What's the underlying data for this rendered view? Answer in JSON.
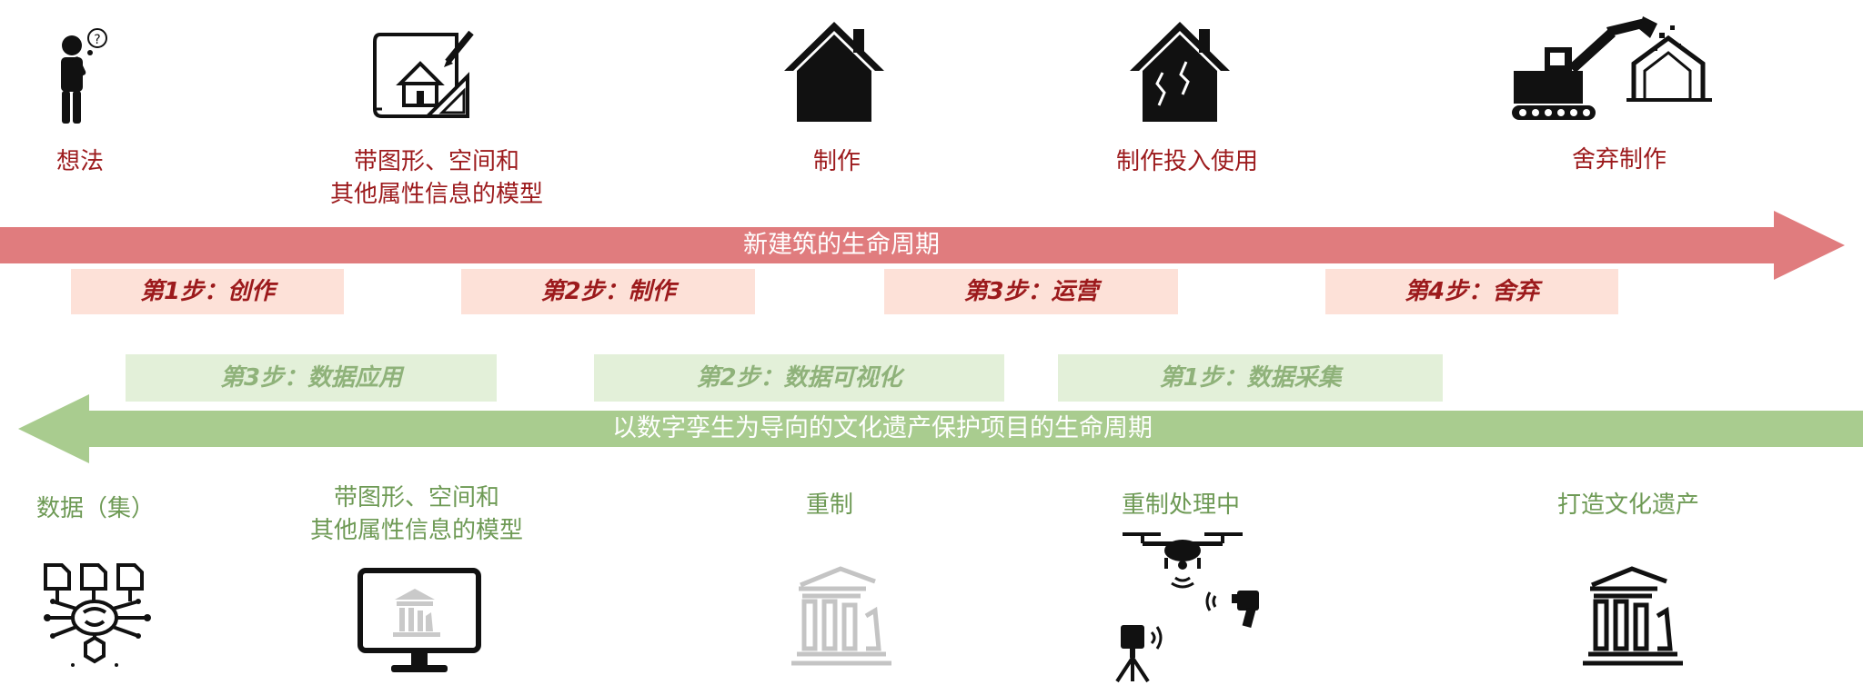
{
  "top_labels": [
    {
      "text": "想法"
    },
    {
      "text": "带图形、空间和\n其他属性信息的模型"
    },
    {
      "text": "制作"
    },
    {
      "text": "制作投入使用"
    },
    {
      "text": "舍弃制作"
    }
  ],
  "red_arrow": {
    "label": "新建筑的生命周期",
    "color": "#e07c7e"
  },
  "red_steps": [
    {
      "text": "第1步：创作"
    },
    {
      "text": "第2步：制作"
    },
    {
      "text": "第3步：运营"
    },
    {
      "text": "第4步：舍弃"
    }
  ],
  "green_steps": [
    {
      "text": "第3步：数据应用"
    },
    {
      "text": "第2步：数据可视化"
    },
    {
      "text": "第1步：数据采集"
    }
  ],
  "green_arrow": {
    "label": "以数字孪生为导向的文化遗产保护项目的生命周期",
    "color": "#a9cc8f"
  },
  "bottom_labels": [
    {
      "text": "数据（集）"
    },
    {
      "text": "带图形、空间和\n其他属性信息的模型"
    },
    {
      "text": "重制"
    },
    {
      "text": "重制处理中"
    },
    {
      "text": "打造文化遗产"
    }
  ],
  "icons": {
    "top": [
      "thinking-person-icon",
      "blueprint-house-icon",
      "house-icon",
      "cracked-house-icon",
      "excavator-demolition-icon"
    ],
    "bottom": [
      "data-network-icon",
      "monitor-temple-icon",
      "temple-ruin-icon",
      "drone-scanner-icon",
      "temple-ruin-icon"
    ]
  }
}
